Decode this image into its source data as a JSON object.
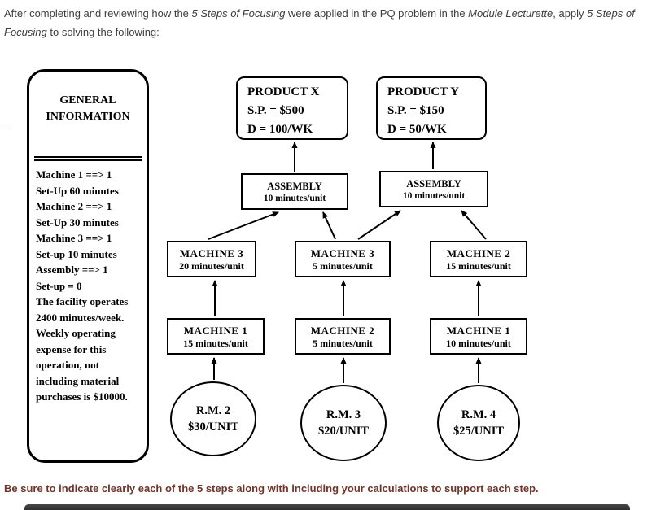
{
  "intro": {
    "segments": [
      {
        "text": "After completing and reviewing how the "
      },
      {
        "text": "5 Steps of Focusing"
      },
      {
        "text": " were applied in the PQ problem in the "
      },
      {
        "text": "Module Lecturette"
      },
      {
        "text": ", apply "
      },
      {
        "text": "5 Steps of Focusing"
      },
      {
        "text": " to solving the following:"
      }
    ]
  },
  "misc": {
    "dash": "–"
  },
  "general_info": {
    "title_lines": [
      "GENERAL",
      "INFORMATION"
    ],
    "lines": [
      "Machine 1 ==> 1",
      "Set-Up 60 minutes",
      "Machine 2 ==> 1",
      "Set-Up 30 minutes",
      "Machine 3 ==> 1",
      "Set-up 10 minutes",
      "Assembly ==> 1",
      "Set-up = 0",
      "The facility operates",
      "2400 minutes/week.",
      "Weekly operating",
      "expense for this",
      "operation, not",
      "including material",
      "purchases is $10000."
    ]
  },
  "products": [
    {
      "title": "PRODUCT X",
      "sp": "S.P. = $500",
      "demand": "D = 100/WK"
    },
    {
      "title": "PRODUCT Y",
      "sp": "S.P. = $150",
      "demand": "D = 50/WK"
    }
  ],
  "assemblies": [
    {
      "title": "ASSEMBLY",
      "rate": "10 minutes/unit"
    },
    {
      "title": "ASSEMBLY",
      "rate": "10 minutes/unit"
    }
  ],
  "machines": {
    "row1": [
      {
        "title": "MACHINE 3",
        "rate": "20 minutes/unit"
      },
      {
        "title": "MACHINE 3",
        "rate": "5 minutes/unit"
      },
      {
        "title": "MACHINE 2",
        "rate": "15 minutes/unit"
      }
    ],
    "row2": [
      {
        "title": "MACHINE 1",
        "rate": "15 minutes/unit"
      },
      {
        "title": "MACHINE 2",
        "rate": "5 minutes/unit"
      },
      {
        "title": "MACHINE 1",
        "rate": "10 minutes/unit"
      }
    ]
  },
  "raw_materials": [
    {
      "name": "R.M. 2",
      "cost": "$30/UNIT"
    },
    {
      "name": "R.M. 3",
      "cost": "$20/UNIT"
    },
    {
      "name": "R.M. 4",
      "cost": "$25/UNIT"
    }
  ],
  "footer": {
    "text": "Be sure to indicate clearly each of the 5 steps along with including your calculations to support each step."
  },
  "colors": {
    "intro_text": "#3d3d3d",
    "footer_text": "#6e352a",
    "diagram_stroke": "#000000",
    "bottom_bar": "#2e2e2e"
  }
}
